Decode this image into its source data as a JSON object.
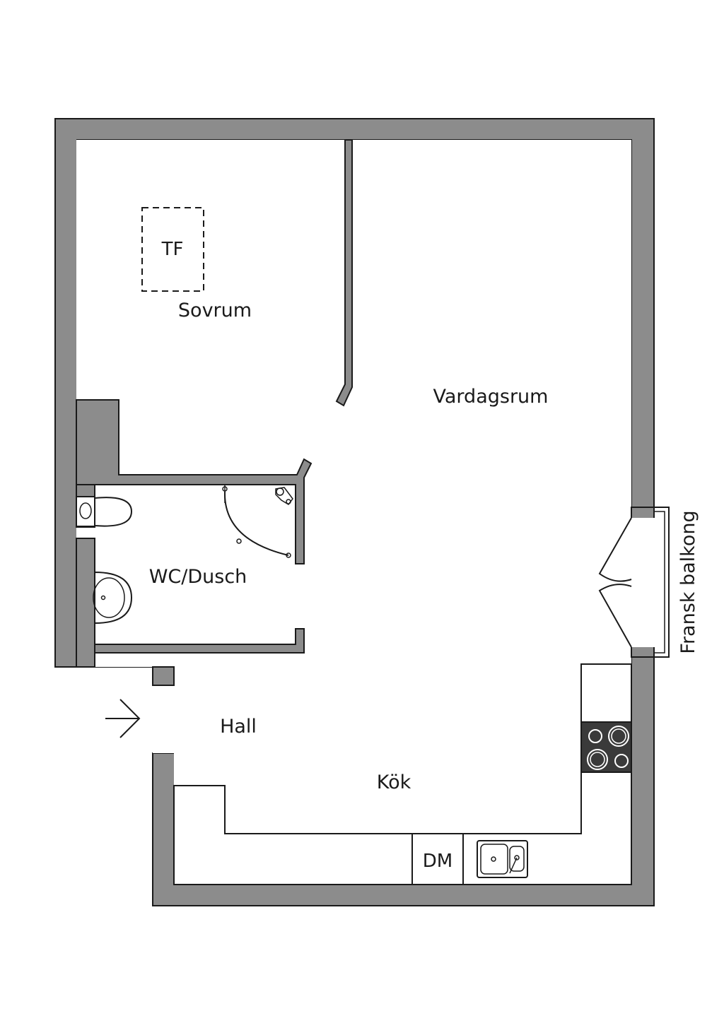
{
  "rooms": {
    "sovrum": "Sovrum",
    "vardagsrum": "Vardagsrum",
    "wc_dusch": "WC/Dusch",
    "hall": "Hall",
    "kok": "Kök"
  },
  "labels": {
    "tf": "TF",
    "dm": "DM",
    "balcony": "Fransk balkong"
  },
  "colors": {
    "wall_fill": "#8c8c8c",
    "line": "#1a1a1a",
    "stove": "#3a3a3a",
    "background": "#ffffff"
  },
  "icons": {
    "entrance": "entrance-arrow-icon",
    "toilet": "toilet-icon",
    "sink": "washbasin-icon",
    "shower": "shower-icon",
    "stove": "stove-icon",
    "kitchen_sink": "kitchen-sink-icon"
  }
}
